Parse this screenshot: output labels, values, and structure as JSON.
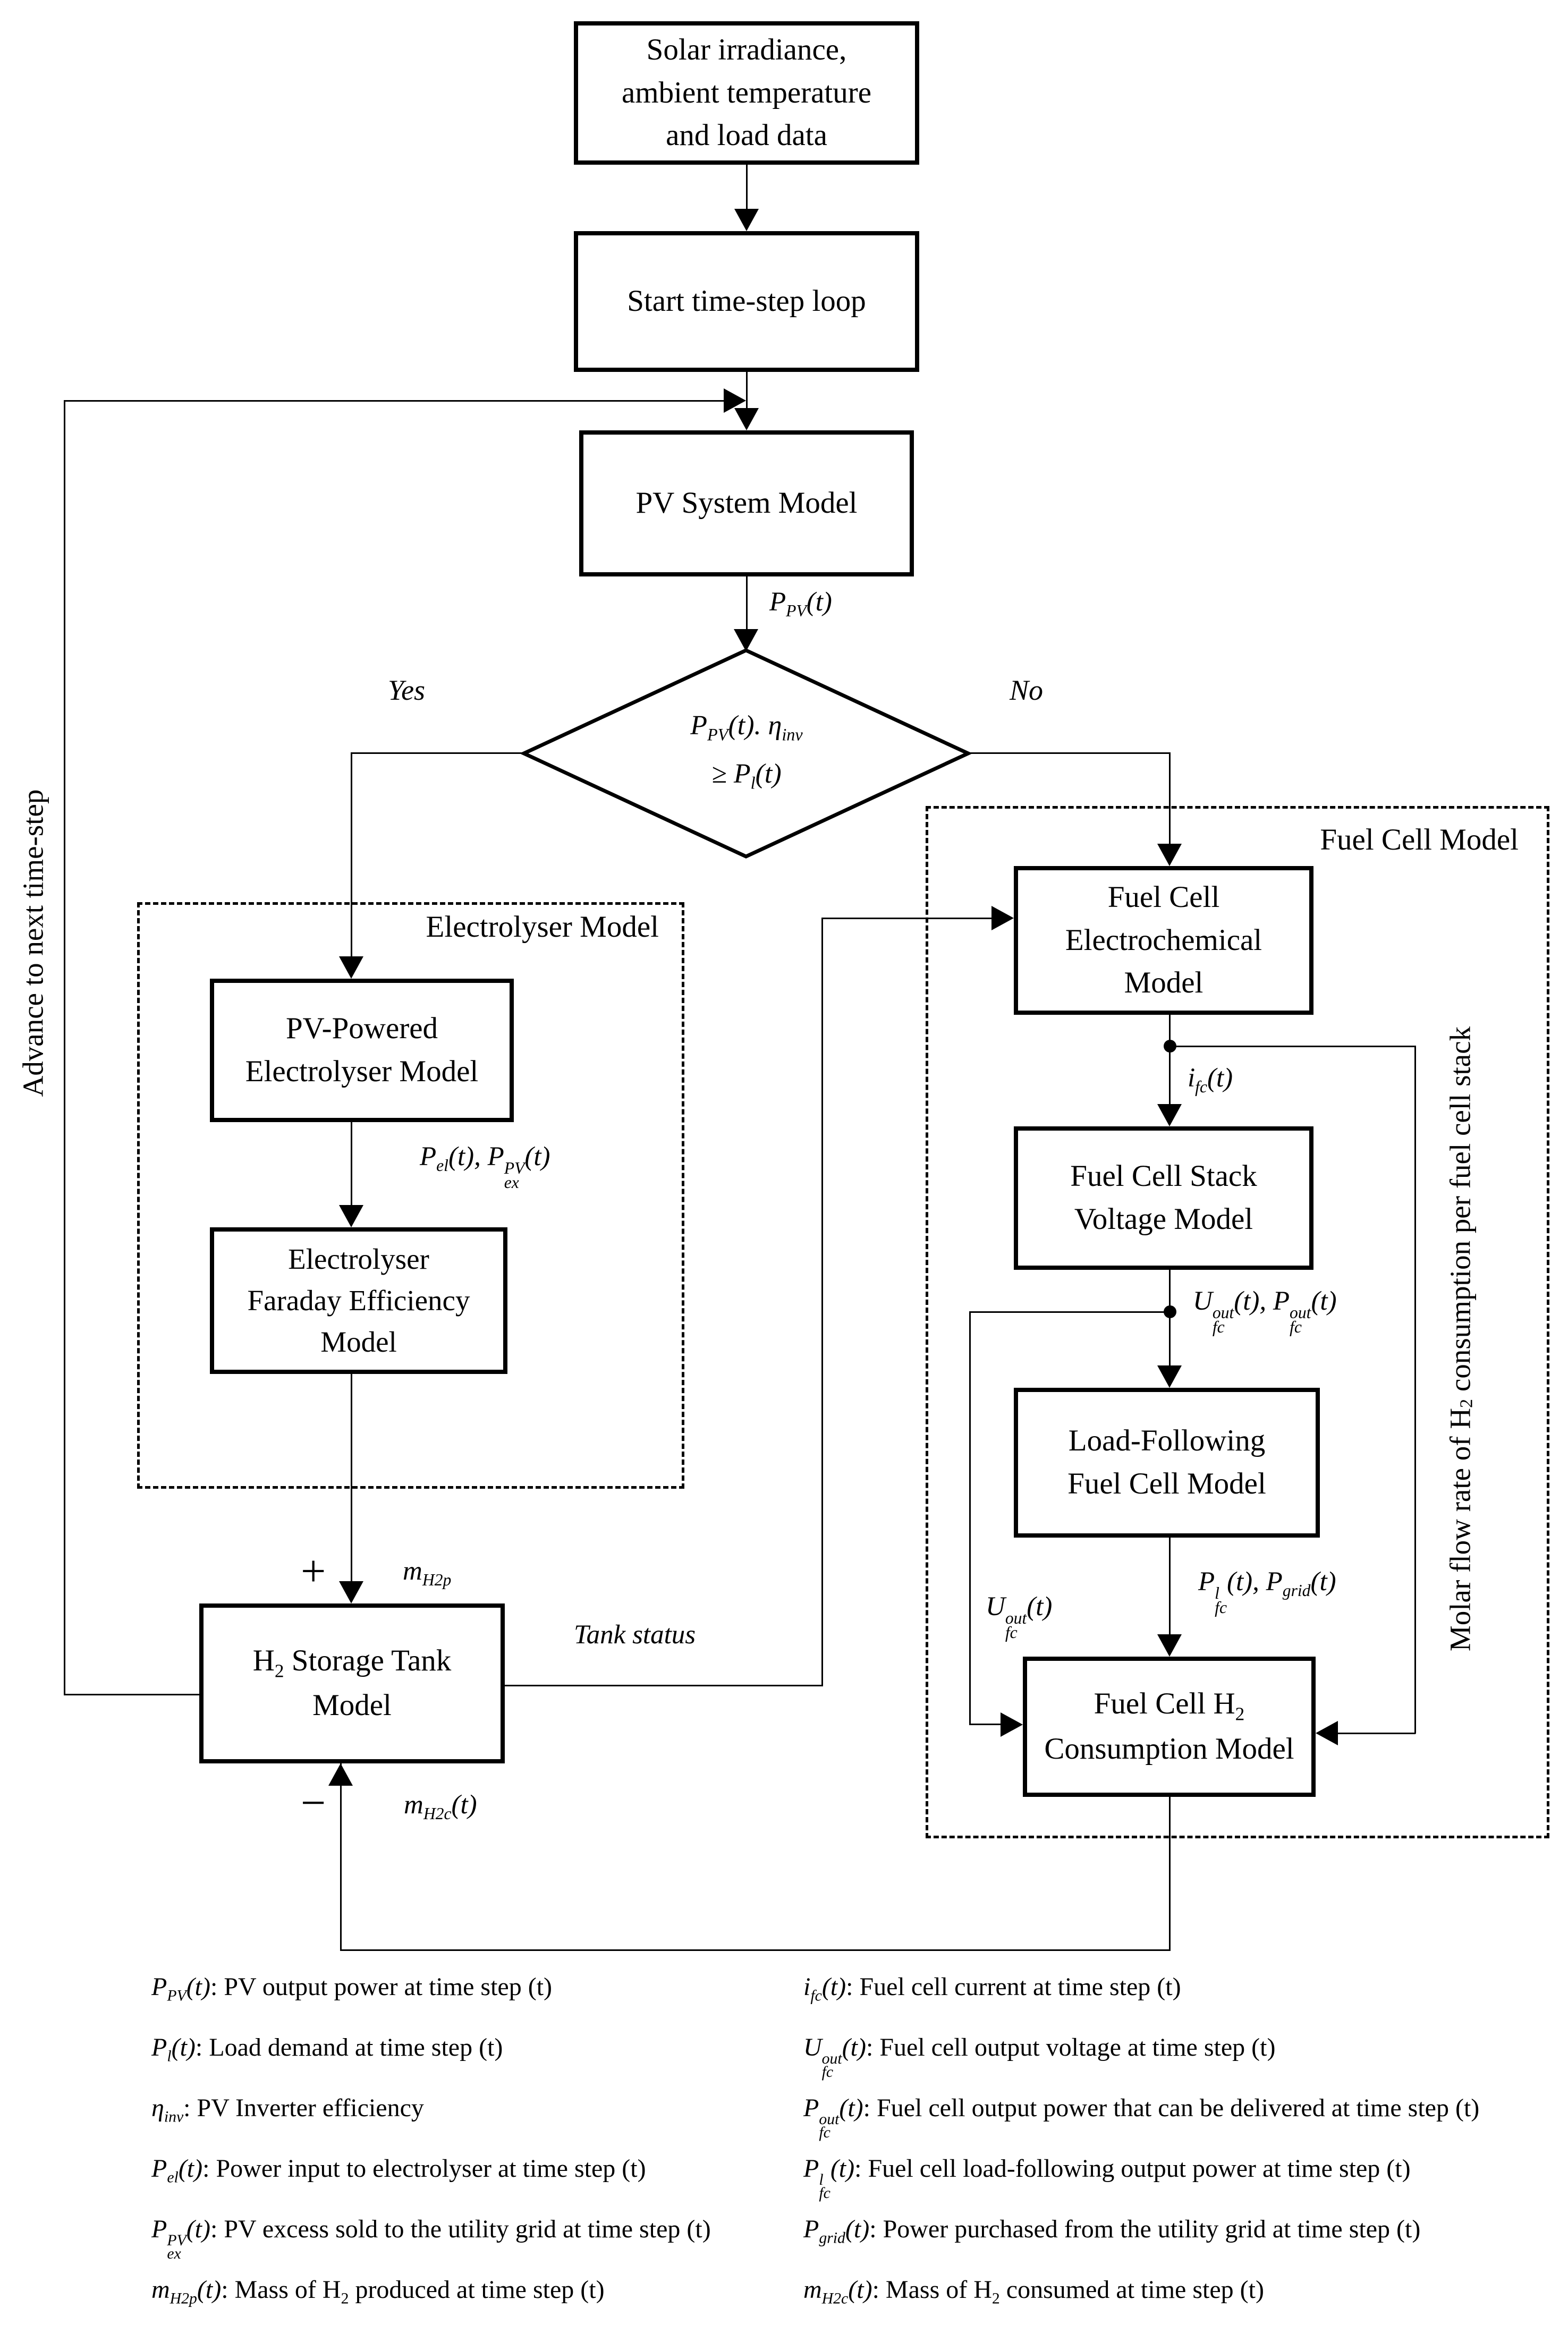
{
  "colors": {
    "ink": "#000000",
    "background": "#ffffff"
  },
  "boxes": {
    "input_data": {
      "lines": [
        "Solar irradiance,",
        "ambient temperature",
        "and load data"
      ]
    },
    "start_loop": {
      "lines": [
        "Start time-step loop"
      ]
    },
    "pv_system": {
      "lines": [
        "PV System Model"
      ]
    },
    "pv_electrolyser": {
      "lines": [
        "PV-Powered",
        "Electrolyser Model"
      ]
    },
    "faraday": {
      "lines": [
        "Electrolyser",
        "Faraday Efficiency",
        "Model"
      ]
    },
    "h2_tank": {
      "lines": [
        "H_{2} Storage Tank",
        "Model"
      ]
    },
    "fc_electrochemical": {
      "lines": [
        "Fuel Cell",
        "Electrochemical",
        "Model"
      ]
    },
    "fc_stack_voltage": {
      "lines": [
        "Fuel Cell Stack",
        "Voltage Model"
      ]
    },
    "load_following": {
      "lines": [
        "Load-Following",
        "Fuel Cell Model"
      ]
    },
    "fc_h2_consumption": {
      "lines": [
        "Fuel Cell H_{2}",
        "Consumption Model"
      ]
    }
  },
  "decision": {
    "lines": [
      "$P_{PV}(t). η_{inv}$",
      "$≥ P_{l}(t)$"
    ]
  },
  "groups": {
    "electrolyser": "Electrolyser Model",
    "fuel_cell": "Fuel Cell Model"
  },
  "branch_labels": {
    "yes": "$Yes$",
    "no": "$No$"
  },
  "edge_labels": {
    "ppv": "$P_{PV}(t)$",
    "pel_pex": "$P_{el}(t), P^{PV}_{ex}(t)$",
    "plus": "+",
    "mh2p": "$m_{H2p}$",
    "minus": "−",
    "mh2c": "$m_{H2c}(t)$",
    "tank_status": "$Tank status$",
    "ifc": "$i_{fc}(t)$",
    "ufc_pfc": "$U^{out}_{fc}(t), P^{out}_{fc}(t)$",
    "ufc_out": "$U^{out}_{fc}(t)$",
    "pfcl_pgrid": "$P^{l}_{fc}(t), P_{grid}(t)$"
  },
  "rotated_labels": {
    "advance": "Advance to next time-step",
    "molar": "Molar flow rate of H_{2}  consumption per fuel cell stack"
  },
  "legend": {
    "left": [
      "$P_{PV}(t)$: PV output power at time step (t)",
      "$P_{l}(t)$: Load demand at time step (t)",
      "$η_{inv}$: PV Inverter efficiency",
      "$P_{el}(t)$: Power input to electrolyser at time step (t)",
      "$P^{PV}_{ex}(t)$: PV excess sold to the utility grid at time step (t)",
      "$m_{H2p}(t)$: Mass of H_{2} produced at time step (t)"
    ],
    "right": [
      "$i_{fc}(t)$: Fuel cell current at time step (t)",
      "$U^{out}_{fc}(t)$: Fuel cell output voltage at time step (t)",
      "$P^{out}_{fc}(t)$: Fuel cell output power that can be delivered at time step (t)",
      "$P^{l}_{fc}(t)$: Fuel cell load-following output power at time step (t)",
      "$P_{grid}(t)$: Power purchased from the utility grid at time step (t)",
      "$m_{H2c}(t)$: Mass of H_{2} consumed at time step (t)"
    ]
  }
}
